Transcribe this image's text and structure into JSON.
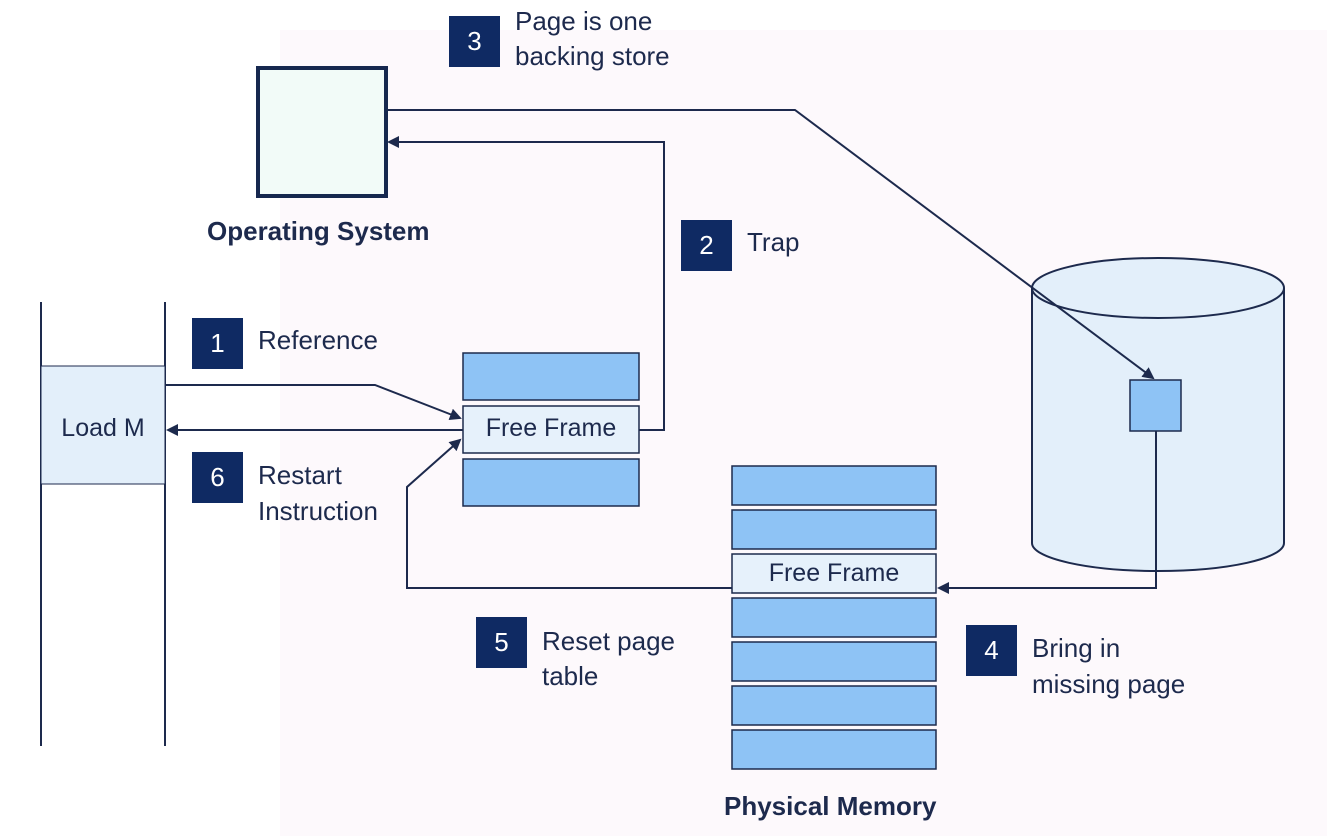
{
  "steps": [
    {
      "num": "1",
      "text": "Reference"
    },
    {
      "num": "2",
      "text": "Trap"
    },
    {
      "num": "3",
      "line1": "Page is one",
      "line2": "backing store"
    },
    {
      "num": "4",
      "line1": "Bring in",
      "line2": "missing page"
    },
    {
      "num": "5",
      "line1": "Reset page",
      "line2": "table"
    },
    {
      "num": "6",
      "line1": "Restart",
      "line2": "Instruction"
    }
  ],
  "labels": {
    "operating_system": "Operating System",
    "physical_memory": "Physical Memory",
    "load_m": "Load M",
    "page_table_free_frame": "Free Frame",
    "memory_free_frame": "Free Frame"
  },
  "colors": {
    "badge": "#0f2a63",
    "frame_fill": "#8ec3f5",
    "free_frame_fill": "#e6f1fb",
    "line": "#1d2a4d",
    "disk_fill": "#e3effa"
  }
}
